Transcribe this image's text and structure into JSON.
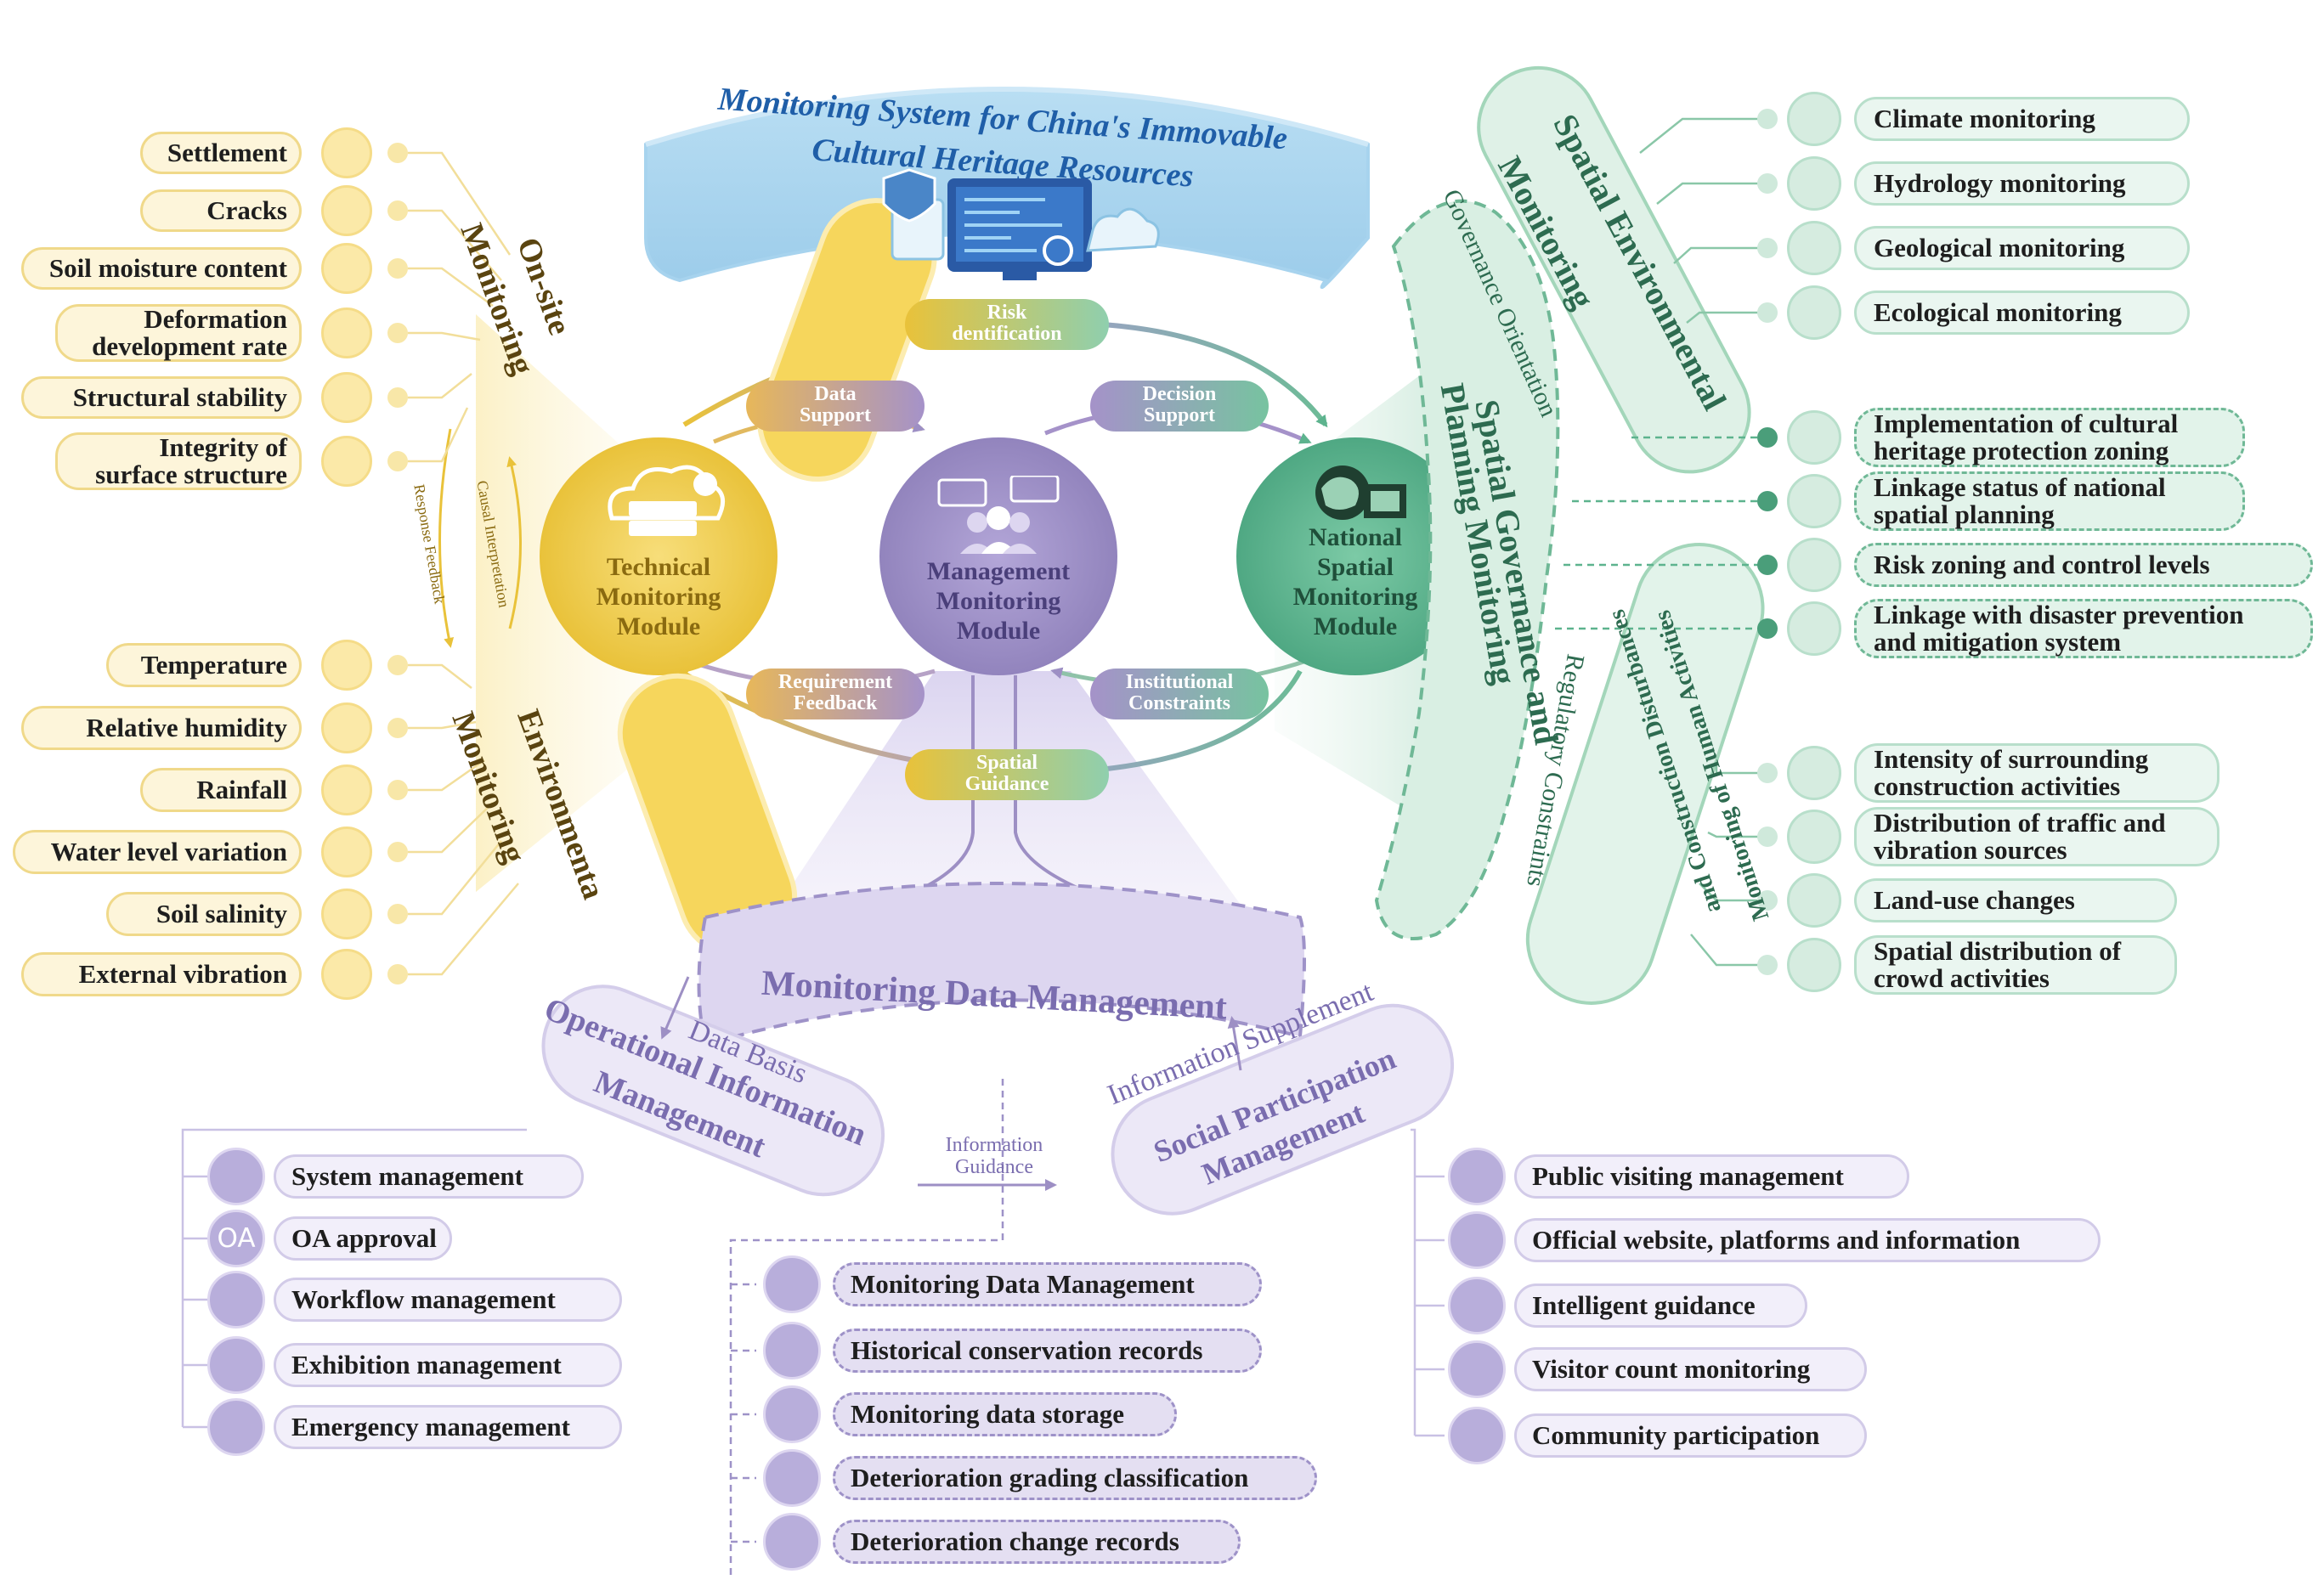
{
  "title": {
    "line1": "Monitoring System for China's Immovable",
    "line2": "Cultural Heritage Resources"
  },
  "modules": {
    "technical": "Technical\nMonitoring\nModule",
    "management": "Management\nMonitoring\nModule",
    "national": "National\nSpatial\nMonitoring\nModule"
  },
  "flows": {
    "risk": "Risk\ndentification",
    "data_support": "Data\nSupport",
    "decision_support": "Decision\nSupport",
    "requirement": "Requirement\nFeedback",
    "institutional": "Institutional\nConstraints",
    "spatial_guidance": "Spatial\nGuidance"
  },
  "onsite": {
    "title1": "On-site",
    "title2": "Monitoring",
    "items": [
      "Settlement",
      "Cracks",
      "Soil moisture content",
      "Deformation\ndevelopment rate",
      "Structural stability",
      "Integrity of\nsurface structure"
    ]
  },
  "env": {
    "title1": "Environmenta",
    "title2": "Monitoring",
    "items": [
      "Temperature",
      "Relative humidity",
      "Rainfall",
      "Water level variation",
      "Soil salinity",
      "External vibration"
    ]
  },
  "left_links": {
    "response": "Response Feedback",
    "causal": "Causal Interpretation"
  },
  "spatial_env": {
    "title1": "Spatial Environmental",
    "title2": "Monitoring",
    "items": [
      "Climate monitoring",
      "Hydrology monitoring",
      "Geological monitoring",
      "Ecological monitoring"
    ]
  },
  "governance": {
    "title1": "Spatial Governance and",
    "title2": "Planning Monitoring",
    "orientation": "Governance Orientation",
    "regulatory": "Regulatory Constraints",
    "items": [
      "Implementation of cultural\nheritage protection zoning",
      "Linkage status of national\nspatial planning",
      "Risk zoning and control levels",
      "Linkage with disaster prevention\nand mitigation system"
    ]
  },
  "human": {
    "title1": "Monitoring of Human Activities",
    "title2": "and Construction Disturbances",
    "items": [
      "Intensity of surrounding\nconstruction activities",
      "Distribution of traffic and\nvibration sources",
      "Land-use changes",
      "Spatial distribution of\ncrowd activities"
    ]
  },
  "mdm": {
    "title": "Monitoring Data Management"
  },
  "operational": {
    "title1": "Operational Information",
    "title2": "Management",
    "items": [
      "System management",
      "OA approval",
      "Workflow management",
      "Exhibition management",
      "Emergency management"
    ]
  },
  "social": {
    "title1": "Social Participation",
    "title2": "Management",
    "items": [
      "Public visiting management",
      "Official website, platforms and information",
      "Intelligent guidance",
      "Visitor count monitoring",
      "Community participation"
    ]
  },
  "data_list": {
    "items": [
      "Monitoring Data Management",
      "Historical conservation records",
      "Monitoring data storage",
      "Deterioration grading classification",
      "Deterioration change records"
    ]
  },
  "links": {
    "data_basis": "Data Basis",
    "info_supplement": "Information Supplement",
    "info_guidance": "Information\nGuidance"
  },
  "icons": {
    "oa": "OA"
  },
  "colors": {
    "yellow": "#e9c23a",
    "purple": "#9d8fc4",
    "green": "#5db38e",
    "blue": "#9fd0ec",
    "title_text": "#1f5ea8"
  }
}
